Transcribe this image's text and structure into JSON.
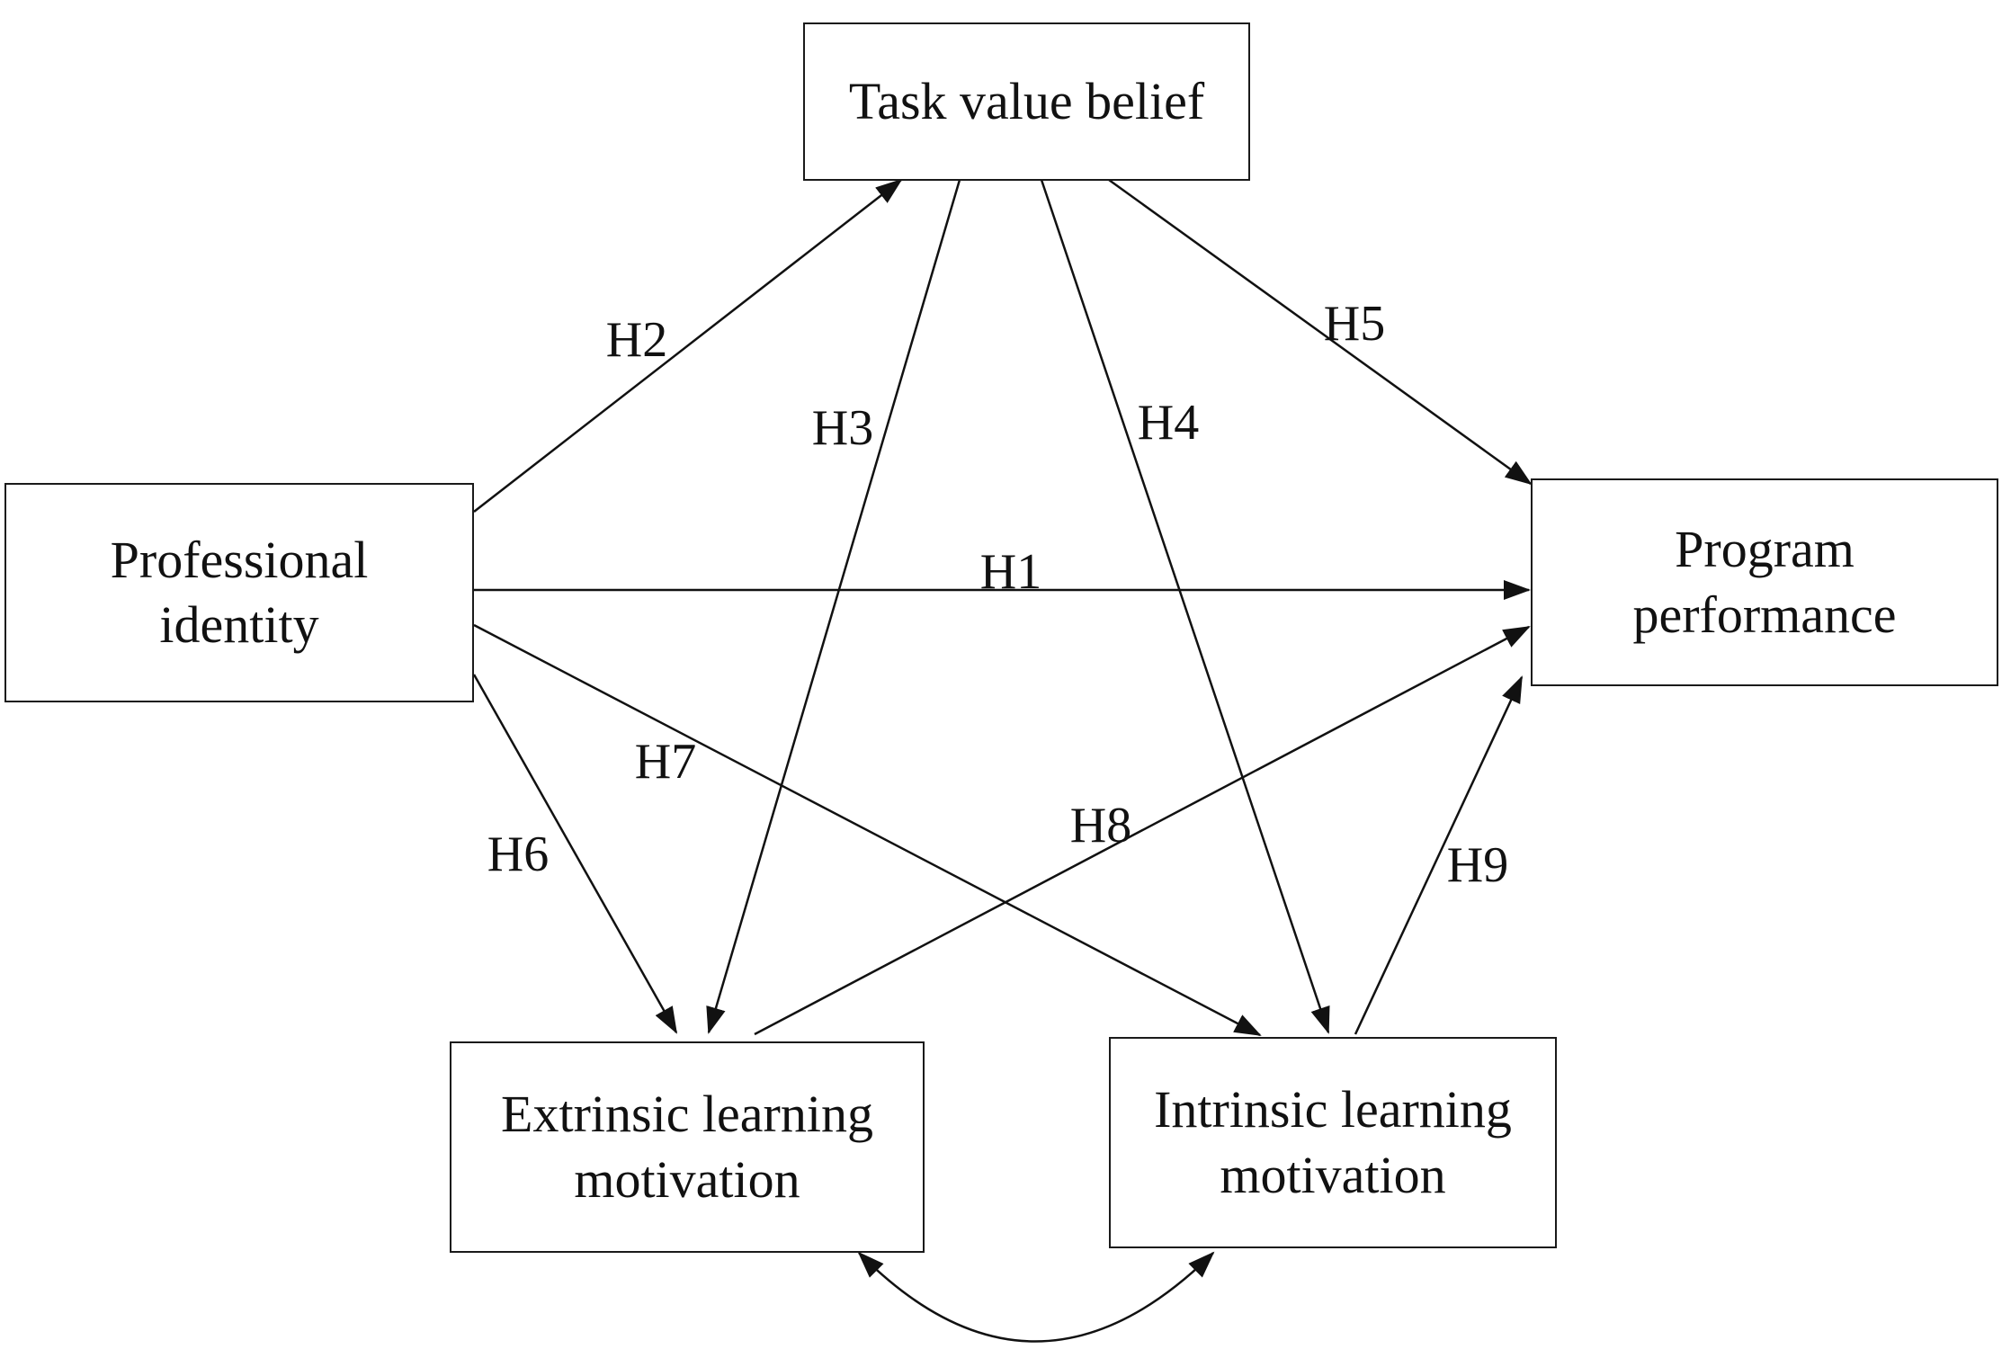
{
  "nodes": {
    "task_value_belief": {
      "lines": [
        "Task value belief"
      ]
    },
    "professional_identity": {
      "lines": [
        "Professional",
        "identity"
      ]
    },
    "program_performance": {
      "lines": [
        "Program",
        "performance"
      ]
    },
    "extrinsic_motivation": {
      "lines": [
        "Extrinsic learning",
        "motivation"
      ]
    },
    "intrinsic_motivation": {
      "lines": [
        "Intrinsic learning",
        "motivation"
      ]
    }
  },
  "paths": [
    {
      "id": "H1",
      "label": "H1",
      "from": "Professional identity",
      "to": "Program performance"
    },
    {
      "id": "H2",
      "label": "H2",
      "from": "Professional identity",
      "to": "Task value belief"
    },
    {
      "id": "H3",
      "label": "H3",
      "from": "Task value belief",
      "to": "Extrinsic learning motivation"
    },
    {
      "id": "H4",
      "label": "H4",
      "from": "Task value belief",
      "to": "Intrinsic learning motivation"
    },
    {
      "id": "H5",
      "label": "H5",
      "from": "Task value belief",
      "to": "Program performance"
    },
    {
      "id": "H6",
      "label": "H6",
      "from": "Professional identity",
      "to": "Extrinsic learning motivation"
    },
    {
      "id": "H7",
      "label": "H7",
      "from": "Professional identity",
      "to": "Intrinsic learning motivation"
    },
    {
      "id": "H8",
      "label": "H8",
      "from": "Extrinsic learning motivation",
      "to": "Program performance"
    },
    {
      "id": "H9",
      "label": "H9",
      "from": "Intrinsic learning motivation",
      "to": "Program performance"
    }
  ],
  "correlations": [
    {
      "between": [
        "Extrinsic learning motivation",
        "Intrinsic learning motivation"
      ]
    }
  ]
}
